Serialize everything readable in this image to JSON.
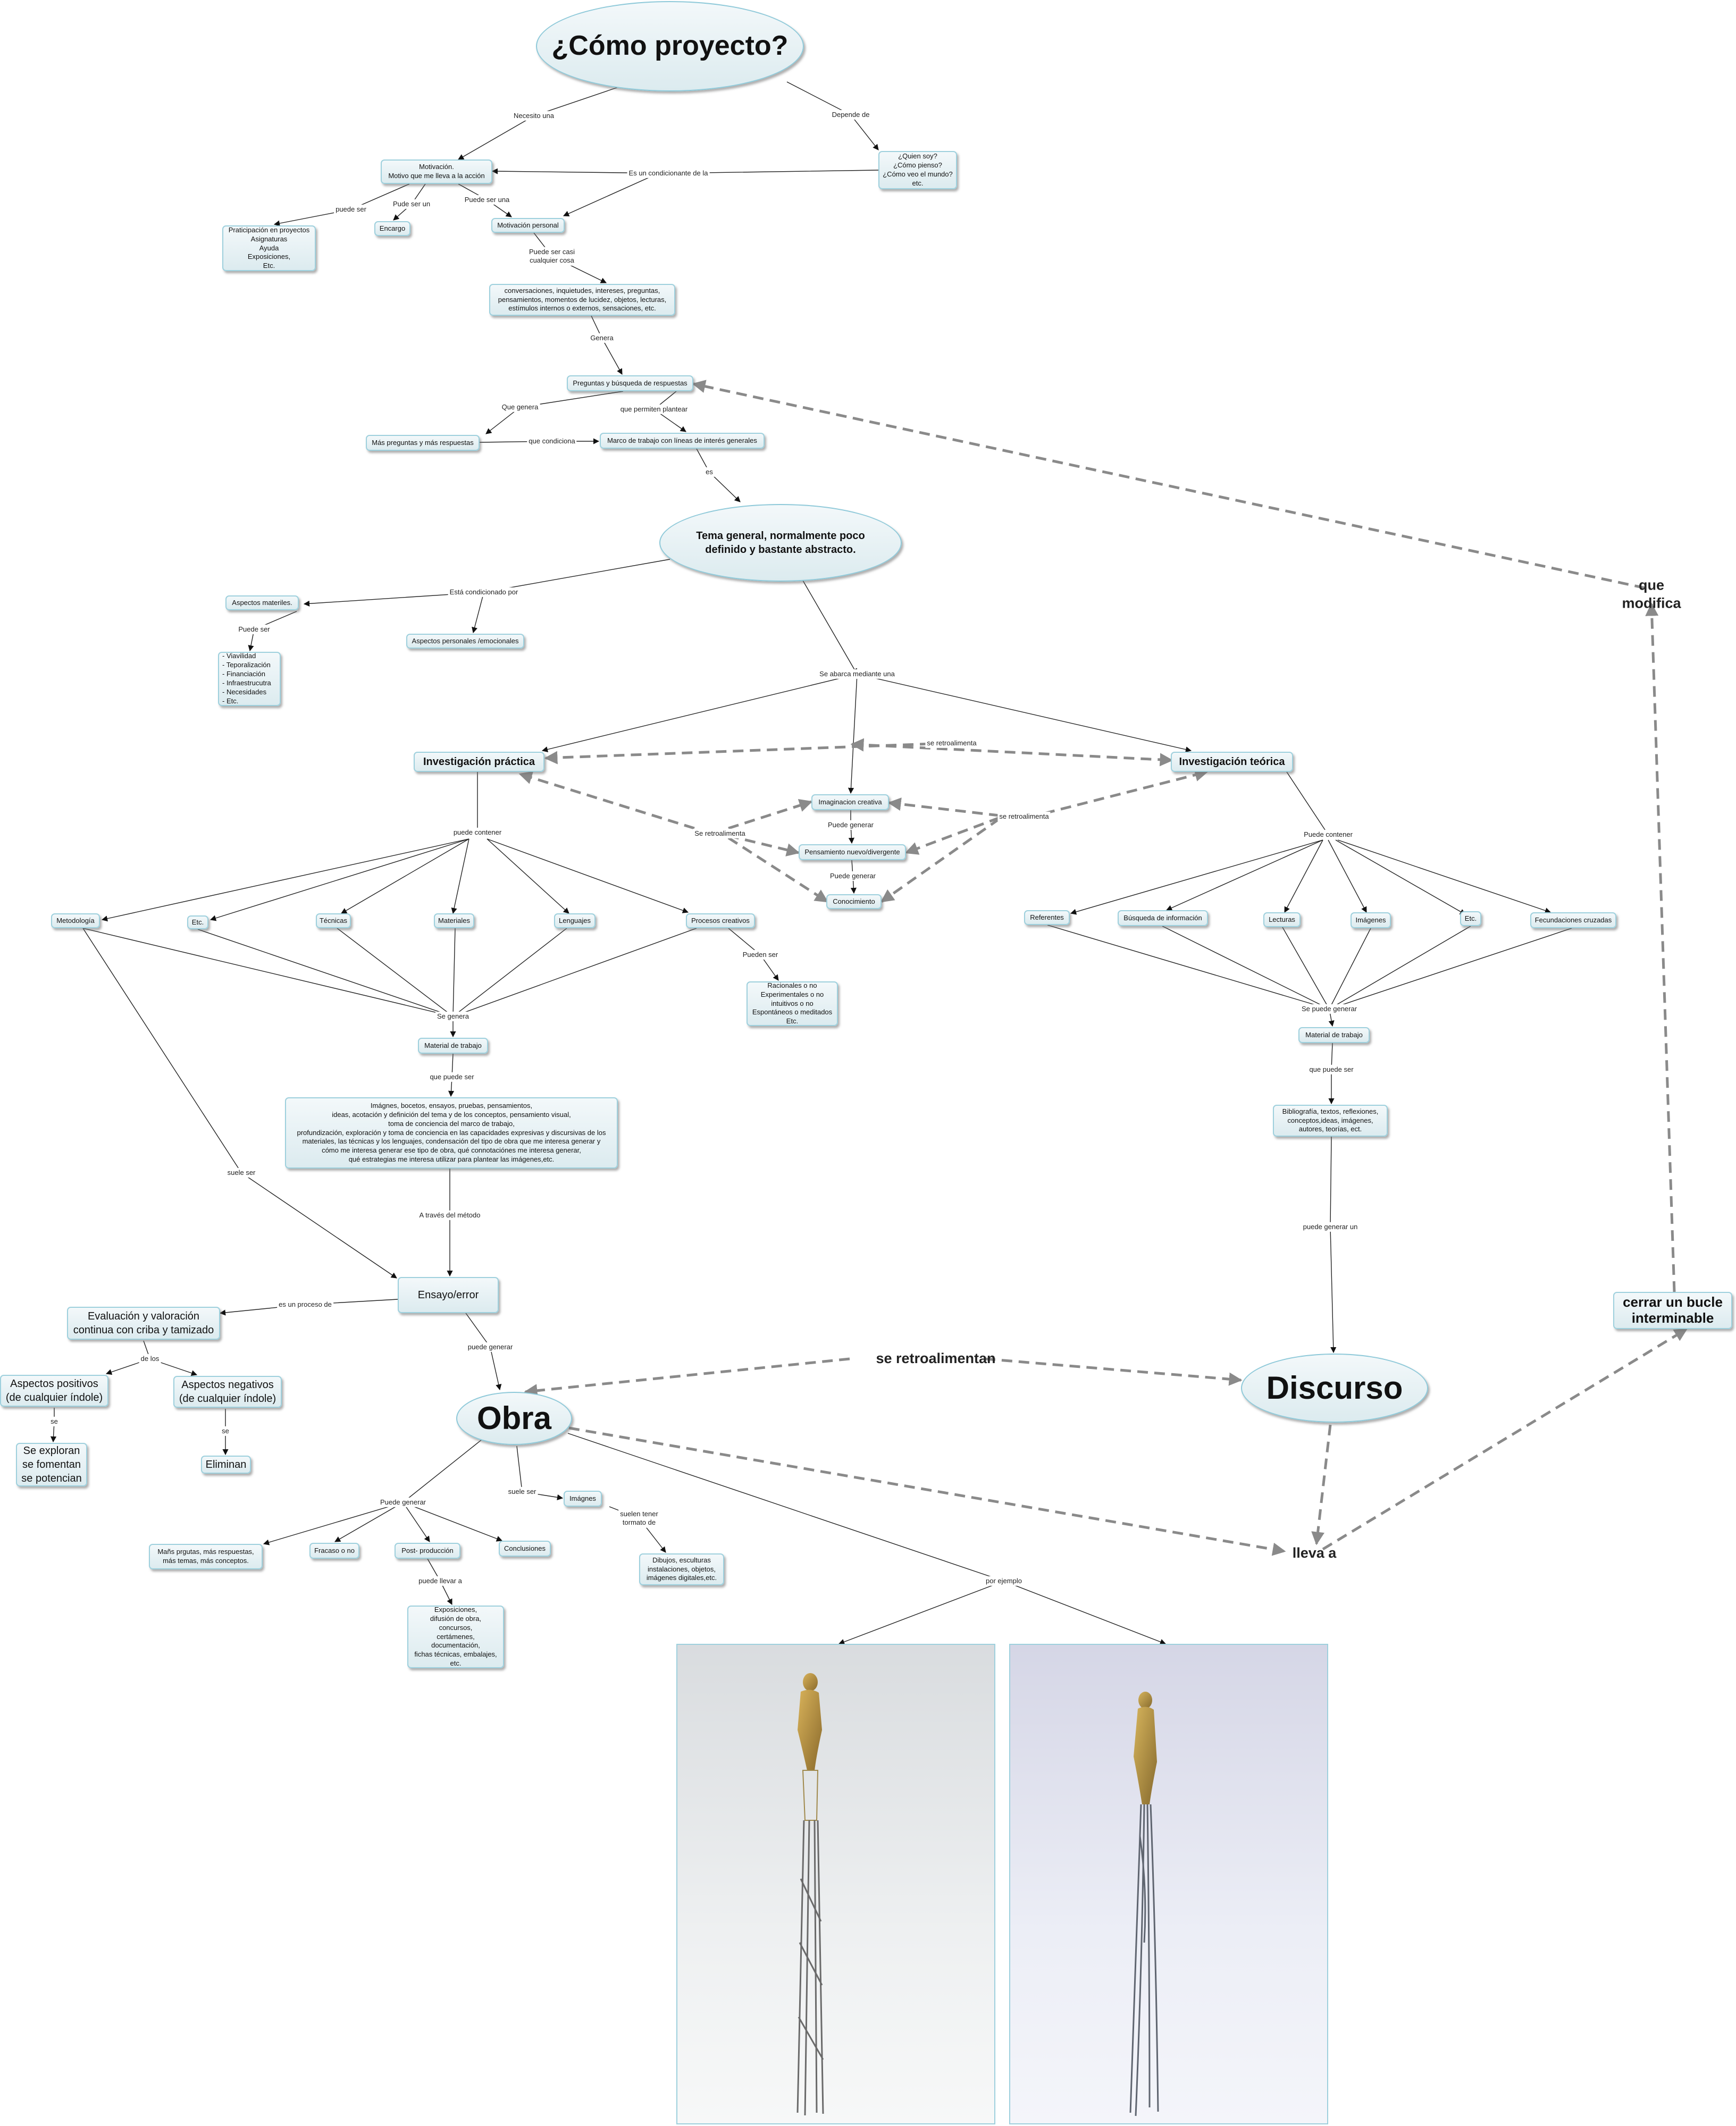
{
  "diagram": {
    "nodes": {
      "title": "¿Cómo proyecto?",
      "quien": "¿Quien soy?\n¿Cómo pienso?\n¿Cómo veo el mundo?\netc.",
      "motivacion": "Motivación.\nMotivo que me lleva a la acción",
      "participacion": "Praticipación en proyectos\nAsignaturas\nAyuda\nExposiciones,\nEtc.",
      "encargo": "Encargo",
      "motivacion_personal": "Motivación personal",
      "conversaciones": "conversaciones, inquietudes, intereses, preguntas,\npensamientos, momentos de lucidez, objetos, lecturas,\nestímulos internos o externos, sensaciones, etc.",
      "preguntas": "Preguntas y búsqueda de respuestas",
      "mas_preguntas": "Más preguntas y más respuestas",
      "marco": "Marco de trabajo con líneas de interés generales",
      "tema": "Tema general, normalmente poco\ndefinido y bastante abstracto.",
      "aspectos_materiales": "Aspectos materiles.",
      "viavilidad": "- Viavilidad\n- Teporalización\n- Financiación\n- Infraestrucutra\n- Necesidades\n- Etc.",
      "aspectos_personales": "Aspectos personales /emocionales",
      "inv_practica": "Investigación práctica",
      "inv_teorica": "Investigación teórica",
      "imaginacion": "Imaginacion creativa",
      "pensamiento": "Pensamiento nuevo/divergente",
      "conocimiento": "Conocimiento",
      "metodologia": "Metodología",
      "etc_p": "Etc.",
      "tecnicas": "Técnicas",
      "materiales": "Materiales",
      "lenguajes": "Lenguajes",
      "procesos": "Procesos creativos",
      "racionales": "Racionales o no\nExperimentales o no\nintuitivos o no\nEspontáneos o meditados\nEtc.",
      "material_p": "Material de trabajo",
      "imagenes_text": "Imágnes, bocetos, ensayos, pruebas, pensamientos,\nideas, acotación y definición del tema y de los conceptos, pensamiento visual,\ntoma de conciencia del marco de trabajo,\nprofundización, exploración y toma de conciencia en las capacidades expresivas y discursivas  de los\nmateriales, las técnicas y los lenguajes, condensación del tipo de obra que me interesa generar y\ncómo me interesa generar ese tipo de obra, qué connotaciónes me interesa generar,\nqué estrategias me interesa utilizar para plantear las imágenes,etc.",
      "ensayo": "Ensayo/error",
      "evaluacion": "Evaluación y valoración\ncontinua con criba y tamizado",
      "positivos": "Aspectos positivos\n(de cualquier índole)",
      "negativos": "Aspectos negativos\n(de cualquier índole)",
      "exploran": "Se exploran\nse fomentan\nse potencian",
      "eliminan": "Eliminan",
      "obra": "Obra",
      "imagnes": "Imágnes",
      "dibujos": "Dibujos, esculturas\ninstalaciones, objetos,\nimágenes digitales,etc.",
      "mas_preguntas2": "Mañs prgutas, más respuestas,\nmás temas, más conceptos.",
      "fracaso": "Fracaso o no",
      "post": "Post- producción",
      "conclusiones": "Conclusiones",
      "exposiciones": "Exposiciones,\ndifusión de obra,\nconcursos,\ncertámenes,\ndocumentación,\nfichas técnicas, embalajes,\netc.",
      "referentes": "Referentes",
      "busqueda": "Búsqueda de información",
      "lecturas": "Lecturas",
      "imagenes_t": "Imágenes",
      "etc_t": "Etc.",
      "fecundaciones": "Fecundaciones cruzadas",
      "material_t": "Material de trabajo",
      "bibliografia": "Bibliografía, textos, reflexiones,\nconceptos,ideas, imágenes,\nautores, teorías, ect.",
      "discurso": "Discurso",
      "cerrar": "cerrar un bucle\ninterminable"
    },
    "labels": {
      "necesito": "Necesito una",
      "depende": "Depende de",
      "condicionante": "Es un condicionante de la",
      "puede_ser": "puede ser",
      "puede_ser_un": "Pude ser un",
      "puede_ser_una": "Puede ser una",
      "casi": "Puede ser casi\ncualquier cosa",
      "genera": "Genera",
      "que_genera": "Que genera",
      "permiten": "que permiten plantear",
      "condiciona": "que condiciona",
      "es": "es",
      "condicionado": "Está condicionado por",
      "puede_ser_am": "Puede ser",
      "abarca": "Se abarca mediante una",
      "retro_top": "se retroalimenta",
      "retro_left": "Se retroalimenta",
      "retro_right": "se retroalimenta",
      "puede_generar1": "Puede generar",
      "puede_generar2": "Puede generar",
      "puede_contener_p": "puede contener",
      "puede_contener_t": "Puede contener",
      "pueden_ser": "Pueden ser",
      "se_genera": "Se genera",
      "que_puede_ser_p": "que puede ser",
      "suele_ser_met": "suele ser",
      "traves": "A través del método",
      "proceso": "es un proceso de",
      "de_los": "de los",
      "se1": "se",
      "se2": "se",
      "puede_generar_obra": "puede generar",
      "puede_generar_o": "Puede generar",
      "suele_ser_o": "suele ser",
      "formato": "suelen tener\ntormato de",
      "puede_llevar": "puede llevar a",
      "por_ejemplo": "por ejemplo",
      "se_puede_generar": "Se puede generar",
      "que_puede_ser_t": "que puede ser",
      "puede_generar_un": "puede generar un",
      "que_modifica": "que modifica",
      "se_retroalimentan": "se retroalimentan",
      "lleva_a": "lleva a"
    },
    "photos": [
      {
        "name": "sculpture-photo-1",
        "caption": ""
      },
      {
        "name": "sculpture-photo-2",
        "caption": ""
      }
    ],
    "colors": {
      "node_fill": "#e4eff2",
      "node_border": "#9ed0dd",
      "line": "#222222",
      "dashed_line": "#8a8a8a"
    }
  }
}
